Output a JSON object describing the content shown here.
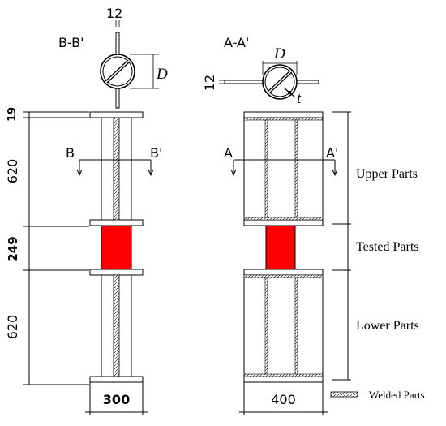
{
  "section_left": {
    "label": "B-B'",
    "plate_thickness": "12",
    "diameter_label": "D",
    "cut_left": "B",
    "cut_right": "B'"
  },
  "section_right": {
    "label": "A-A'",
    "plate_thickness": "12",
    "diameter_label": "D",
    "wall_label": "t",
    "cut_left": "A",
    "cut_right": "A'"
  },
  "dimensions": {
    "endplate": "19",
    "upper": "620",
    "tested": "249",
    "lower": "620",
    "width_left": "300",
    "width_right": "400"
  },
  "parts": {
    "upper": "Upper Parts",
    "tested": "Tested Parts",
    "lower": "Lower Parts"
  },
  "legend": {
    "welded": "Welded Parts"
  },
  "colors": {
    "tested_fill": "#ff0000",
    "line": "#000000"
  }
}
